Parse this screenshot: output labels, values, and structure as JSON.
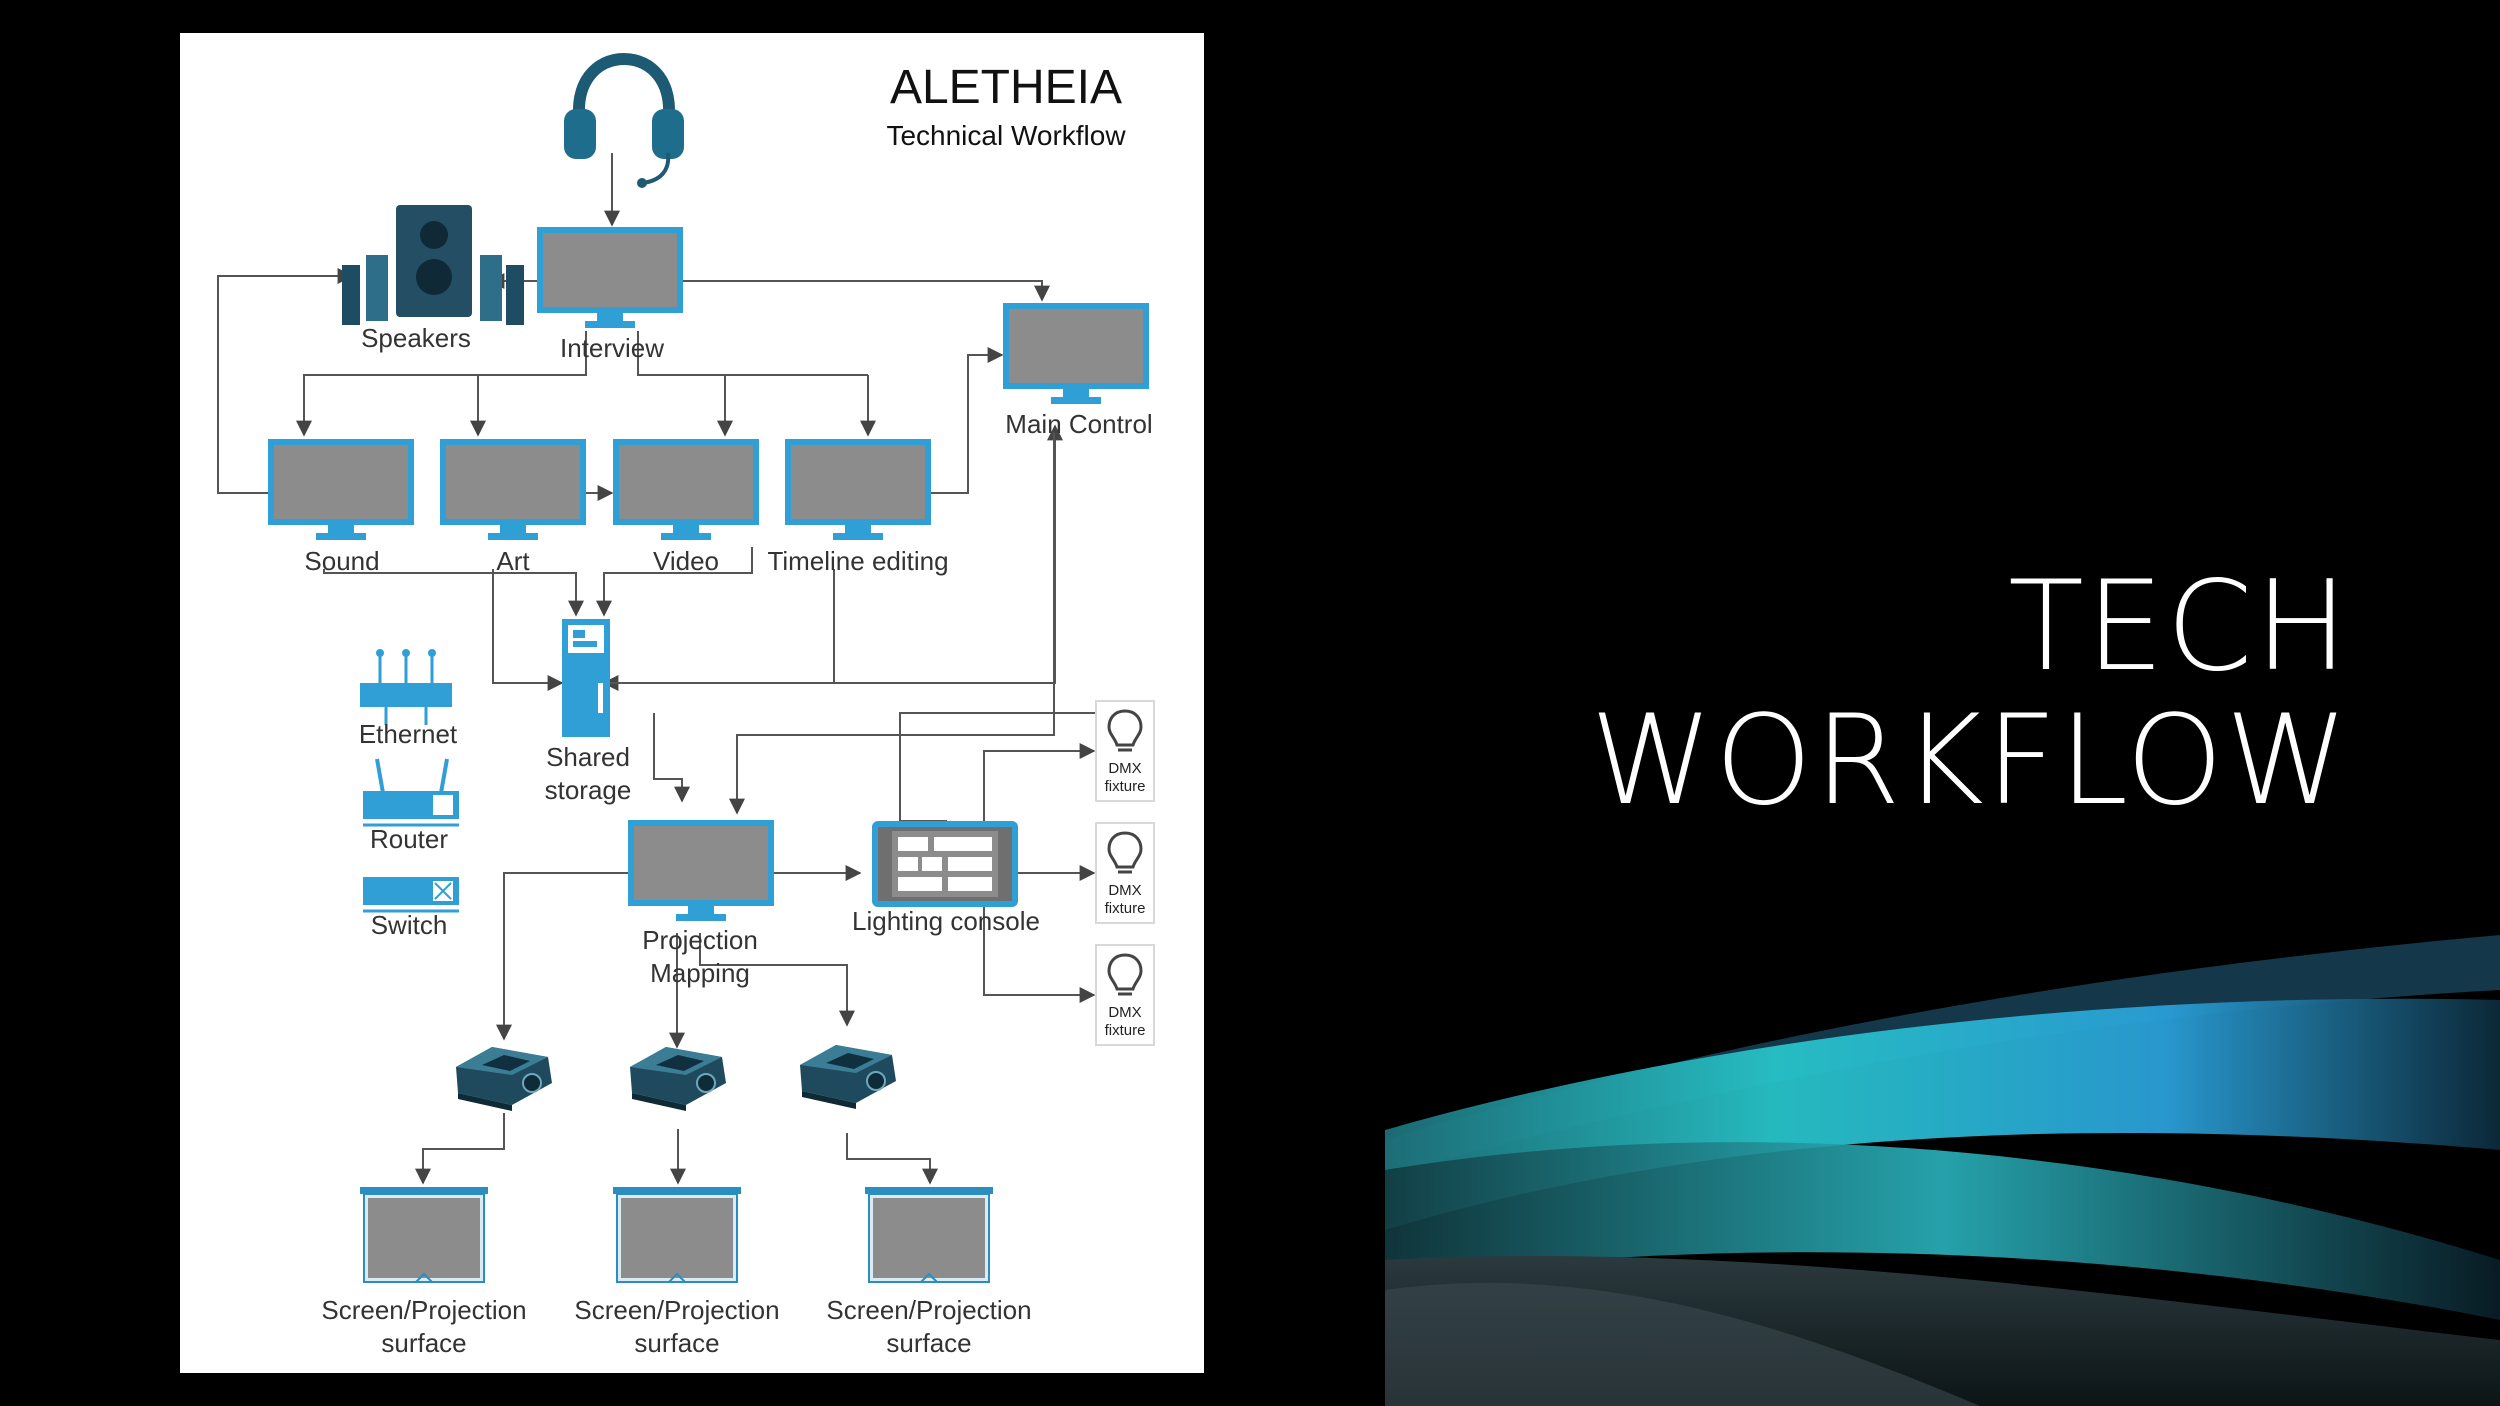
{
  "slide": {
    "title_line1": "TECH",
    "title_line2": "WORKFLOW"
  },
  "diagram": {
    "title": "ALETHEIA",
    "subtitle": "Technical Workflow",
    "labels": {
      "speakers": "Speakers",
      "interview": "Interview",
      "main_control": "Main Control",
      "sound": "Sound",
      "art": "Art",
      "video": "Video",
      "timeline_editing": "Timeline editing",
      "ethernet": "Ethernet",
      "router": "Router",
      "switch": "Switch",
      "shared_storage_1": "Shared",
      "shared_storage_2": "storage",
      "projection_mapping_1": "Projection",
      "projection_mapping_2": "Mapping",
      "lighting_console": "Lighting console",
      "dmx_1": "DMX",
      "dmx_2": "fixture",
      "screen_1": "Screen/Projection",
      "screen_2": "surface"
    }
  },
  "colors": {
    "monitor_frame": "#2f9fd6",
    "screen_fill": "#8c8c8c",
    "device_dark": "#1e4d63",
    "arrow": "#555555",
    "wave_teal": "#27c3c8",
    "wave_blue": "#2a9fd8"
  }
}
